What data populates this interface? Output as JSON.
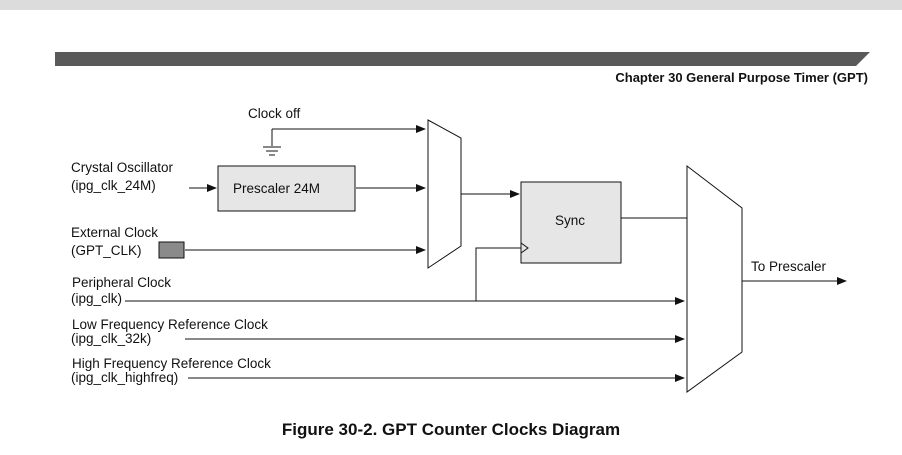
{
  "header": {
    "chapter": "Chapter 30 General Purpose Timer (GPT)"
  },
  "diagram": {
    "clock_off": "Clock off",
    "crystal_oscillator": "Crystal Oscillator",
    "crystal_signal": "(ipg_clk_24M)",
    "prescaler_24m": "Prescaler 24M",
    "external_clock": "External Clock",
    "external_signal": "(GPT_CLK)",
    "sync": "Sync",
    "to_prescaler": "To Prescaler",
    "peripheral_clock": "Peripheral Clock",
    "peripheral_signal": "(ipg_clk)",
    "low_freq_clock": "Low Frequency Reference Clock",
    "low_freq_signal": "(ipg_clk_32k)",
    "high_freq_clock": "High Frequency Reference Clock",
    "high_freq_signal": "(ipg_clk_highfreq)"
  },
  "caption": "Figure 30-2. GPT Counter Clocks Diagram",
  "colors": {
    "header_bar": "#5a5a5a",
    "block_fill": "#e6e6e6",
    "pad_fill": "#8a8a8a"
  }
}
